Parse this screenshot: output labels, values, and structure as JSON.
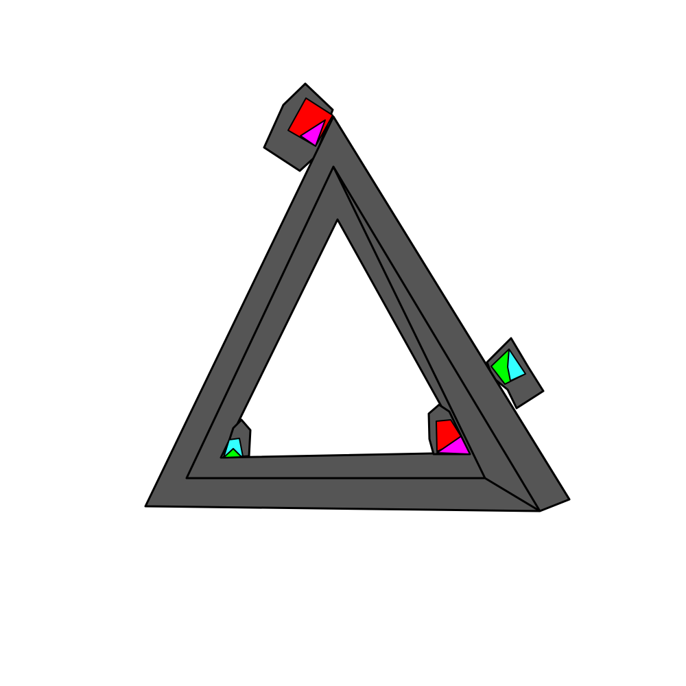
{
  "colors": {
    "background": "#ffffff",
    "frame": "#555555",
    "outline": "#000000",
    "red": "#ff0000",
    "magenta": "#ff00ff",
    "green": "#00ff00",
    "cyan": "#33ffff"
  },
  "elements": {
    "frame": "triangular-frame",
    "markers": [
      "corner-marker-top",
      "corner-marker-right",
      "corner-marker-bottom-right",
      "corner-marker-bottom-left"
    ]
  }
}
